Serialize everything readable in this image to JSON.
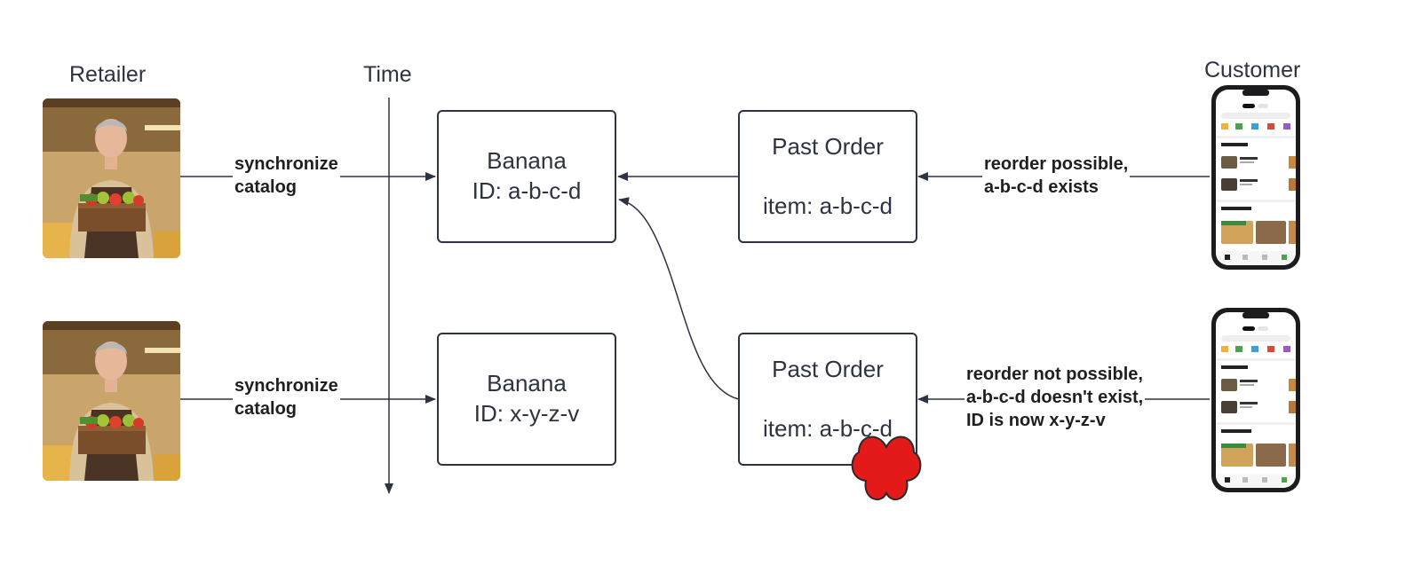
{
  "columns": {
    "retailer": "Retailer",
    "time": "Time",
    "customer": "Customer"
  },
  "rows": [
    {
      "catalog_label_1": "synchronize",
      "catalog_label_2": "catalog",
      "product_name": "Banana",
      "product_id": "ID: a-b-c-d",
      "order_title": "Past Order",
      "order_item": "item: a-b-c-d",
      "reorder_lines": [
        "reorder possible,",
        "a-b-c-d exists"
      ]
    },
    {
      "catalog_label_1": "synchronize",
      "catalog_label_2": "catalog",
      "product_name": "Banana",
      "product_id": "ID: x-y-z-v",
      "order_title": "Past Order",
      "order_item": "item: a-b-c-d",
      "reorder_lines": [
        "reorder not possible,",
        "a-b-c-d doesn't exist,",
        "ID is now x-y-z-v"
      ]
    }
  ],
  "icons": {
    "retailer_photo": "grocer-with-produce-crate-photo",
    "customer_phone": "grocery-app-phone-icon",
    "failure_mark": "red-cross-icon"
  },
  "colors": {
    "stroke": "#2d3340",
    "failure": "#e41a1a"
  }
}
